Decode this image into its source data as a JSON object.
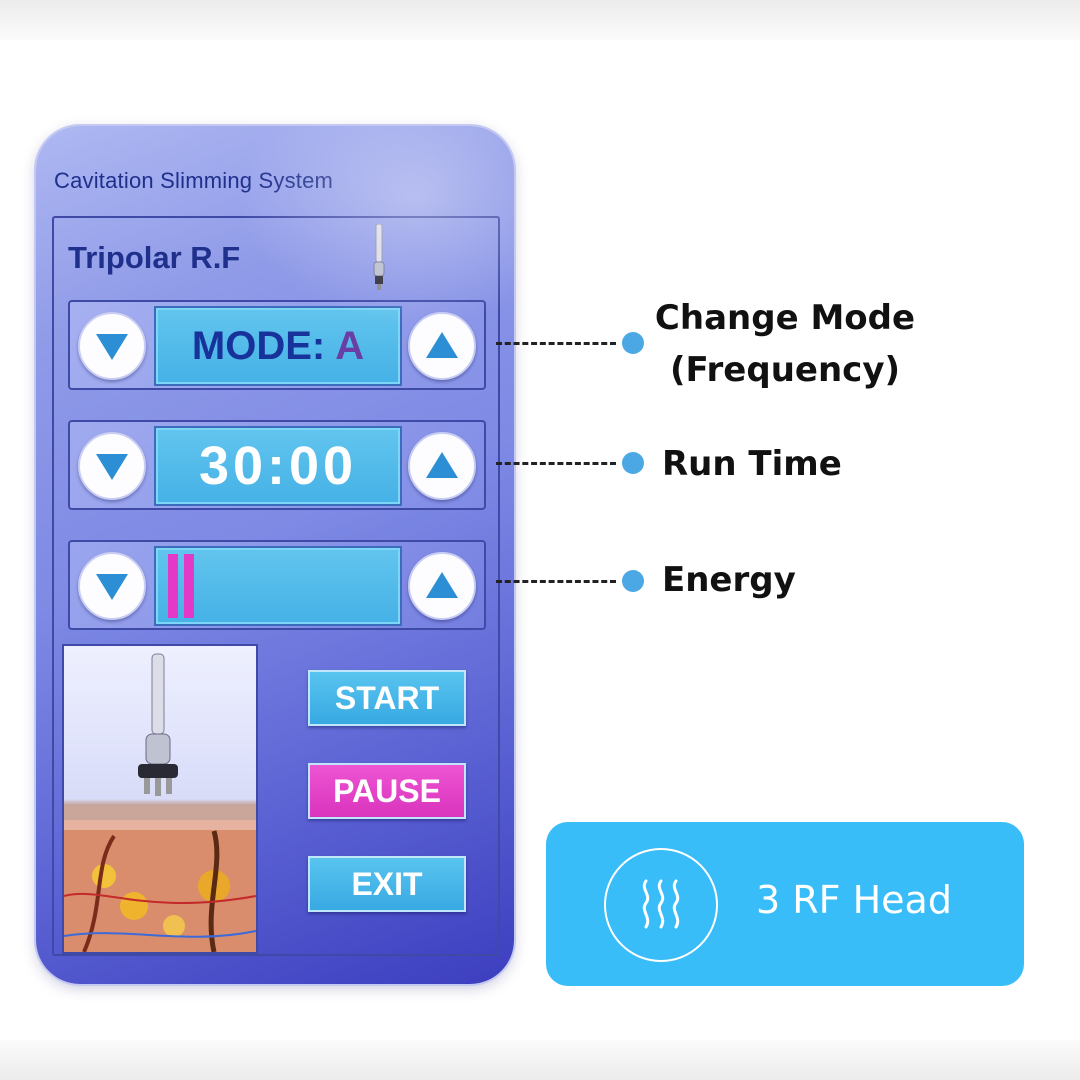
{
  "device": {
    "system_title": "Cavitation Slimming System",
    "subtitle": "Tripolar R.F",
    "mode_row": {
      "label": "MODE:",
      "value": "A"
    },
    "time_row": {
      "value": "30:00"
    },
    "energy_row": {
      "level_bars": 2
    },
    "buttons": {
      "start": "START",
      "pause": "PAUSE",
      "exit": "EXIT"
    },
    "colors": {
      "display": "#45b1e6",
      "pause": "#d934bd",
      "energy_bar": "#e239c9"
    }
  },
  "callouts": {
    "mode_line1": "Change Mode",
    "mode_line2": "(Frequency)",
    "time": "Run Time",
    "energy": "Energy"
  },
  "feature": {
    "icon": "heat-waves-icon",
    "label": "3 RF Head",
    "color": "#38bdf8"
  }
}
